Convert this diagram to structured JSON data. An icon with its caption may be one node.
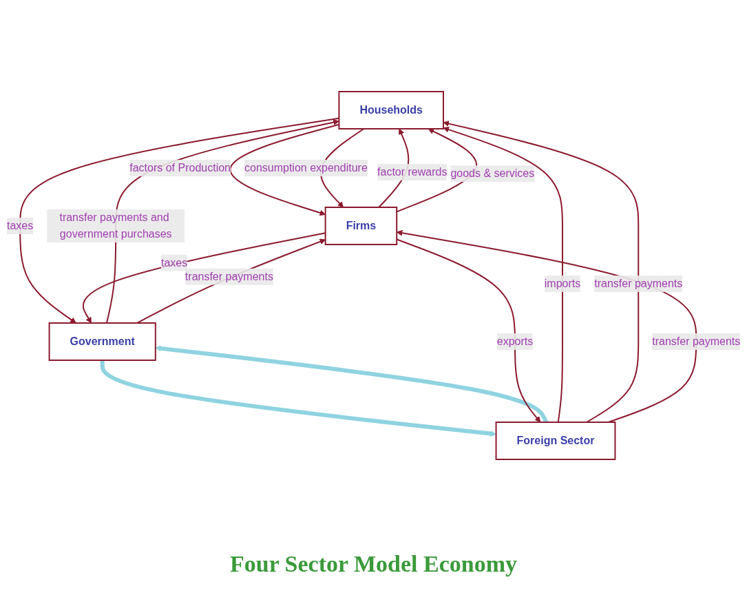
{
  "diagram": {
    "title": "Four Sector Model Economy",
    "nodes": [
      {
        "text": [
          "Households"
        ]
      },
      {
        "text": [
          "Firms"
        ]
      },
      {
        "text": [
          "Government"
        ]
      },
      {
        "text": [
          "Foreign Sector"
        ]
      }
    ],
    "edges": [
      {
        "from": 1,
        "to": 0,
        "arrow": "to",
        "label": "factor rewards"
      },
      {
        "from": 0,
        "to": 1,
        "arrow": "to",
        "label": "factors of Production"
      },
      {
        "from": 1,
        "to": 0,
        "arrow": "to",
        "label": "goods & services"
      },
      {
        "from": 0,
        "to": 1,
        "arrow": "to",
        "label": "consumption expenditure"
      },
      {
        "from": 0,
        "to": 2,
        "arrow": "to",
        "label": "taxes"
      },
      {
        "from": 2,
        "to": 0,
        "arrow": "to",
        "label": "transfer payments and government purchases"
      },
      {
        "from": 1,
        "to": 2,
        "arrow": "to",
        "label": "taxes"
      },
      {
        "from": 2,
        "to": 1,
        "arrow": "to",
        "label": "transfer payments"
      },
      {
        "from": 2,
        "to": 3,
        "arrow": "to",
        "style": "thick",
        "color": "#8fd3e0"
      },
      {
        "from": 3,
        "to": 2,
        "arrow": "to",
        "style": "thick",
        "color": "#8fd3e0"
      },
      {
        "from": 3,
        "to": 0,
        "arrow": "to",
        "label": "imports"
      },
      {
        "from": 3,
        "to": 0,
        "arrow": "to",
        "label": "transfer payments"
      },
      {
        "from": 1,
        "to": 3,
        "arrow": "to",
        "label": "exports"
      },
      {
        "from": 3,
        "to": 1,
        "arrow": "to",
        "label": "transfer payments"
      }
    ]
  }
}
